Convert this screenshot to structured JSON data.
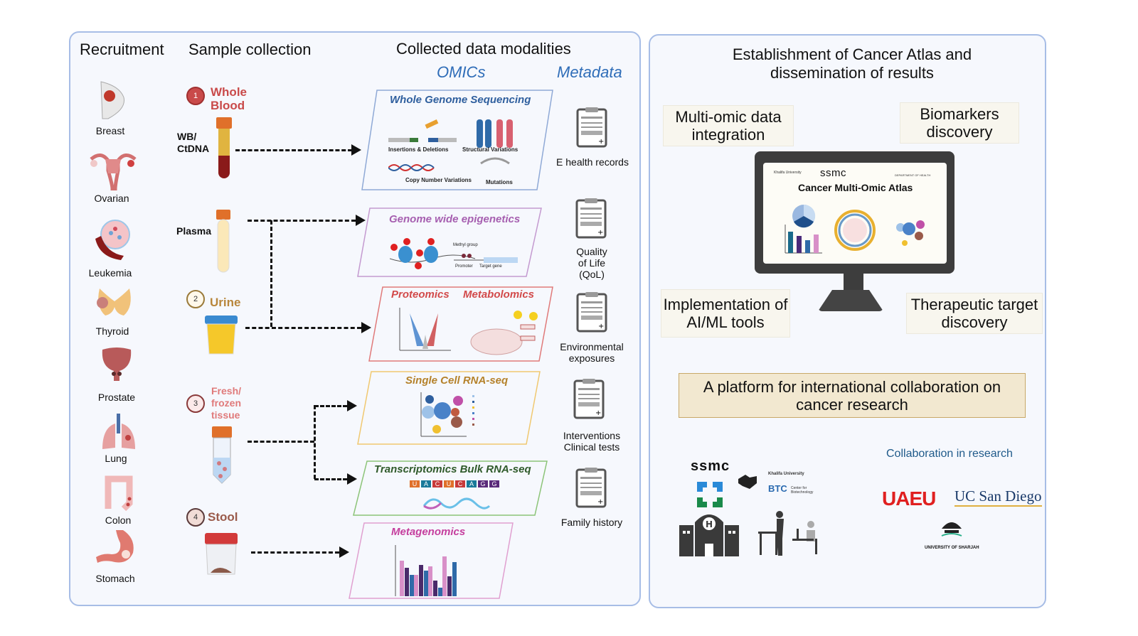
{
  "left_panel": {
    "headers": {
      "recruitment": "Recruitment",
      "sample_collection": "Sample collection",
      "collected": "Collected data modalities",
      "omics": "OMICs",
      "metadata": "Metadata"
    },
    "organs": [
      "Breast",
      "Ovarian",
      "Leukemia",
      "Thyroid",
      "Prostate",
      "Lung",
      "Colon",
      "Stomach"
    ],
    "samples": {
      "s1_num": "1",
      "s1_name": "Whole Blood",
      "s1_tube_label": "WB/ CtDNA",
      "plasma_label": "Plasma",
      "s2_num": "2",
      "s2_name": "Urine",
      "s3_num": "3",
      "s3_name": "Fresh/ frozen tissue",
      "s4_num": "4",
      "s4_name": "Stool"
    },
    "modalities": {
      "wgs": {
        "title": "Whole Genome Sequencing",
        "indels": "Insertions & Deletions",
        "sv": "Structural Variations",
        "cnv": "Copy Number Variations",
        "mut": "Mutations"
      },
      "epi": {
        "title": "Genome wide epigenetics",
        "methyl": "Methyl group",
        "promoter": "Promoter",
        "target": "Target gene"
      },
      "prot": {
        "title1": "Proteomics",
        "title2": "Metabolomics"
      },
      "scrna": {
        "title": "Single Cell RNA-seq"
      },
      "bulk": {
        "title": "Transcriptomics Bulk RNA-seq",
        "bases": [
          "U",
          "A",
          "C",
          "U",
          "C",
          "A",
          "G",
          "G"
        ]
      },
      "meta": {
        "title": "Metagenomics"
      }
    },
    "metadata_items": [
      "E health records",
      "Quality of Life (QoL)",
      "Environmental exposures",
      "Interventions Clinical tests",
      "Family history"
    ]
  },
  "right_panel": {
    "title": "Establishment of Cancer Atlas and dissemination of results",
    "boxes": {
      "multiomic": "Multi-omic data integration",
      "biomarkers": "Biomarkers discovery",
      "aiml": "Implementation of AI/ML tools",
      "therapeutic": "Therapeutic target discovery"
    },
    "monitor": {
      "logo_ku": "Khalifa University",
      "logo_ssmc": "ssmc",
      "logo_doh": "DEPARTMENT OF HEALTH",
      "title": "Cancer Multi-Omic Atlas"
    },
    "platform": "A platform for international collaboration on cancer research",
    "collab_title": "Collaboration in research",
    "logos": {
      "ssmc": "ssmc",
      "ku": "Khalifa University",
      "btc": "BTC",
      "btc_sub": "Center for Biotechnology",
      "uaeu": "UAEU",
      "ucsd": "UC San Diego",
      "sharjah": "UNIVERSITY OF SHARJAH"
    }
  },
  "colors": {
    "panel_border": "#a7bde6",
    "panel_bg": "#f6f8fd",
    "wgs": "#2f5f9e",
    "epi": "#a65fb0",
    "prot": "#d24a4a",
    "scrna": "#b5822b",
    "bulk": "#2f5a2a",
    "meta": "#c53f9e",
    "blood": "#c94a4a",
    "urine": "#b8863b",
    "tissue": "#e07a7a",
    "stool": "#9a5a4a"
  }
}
